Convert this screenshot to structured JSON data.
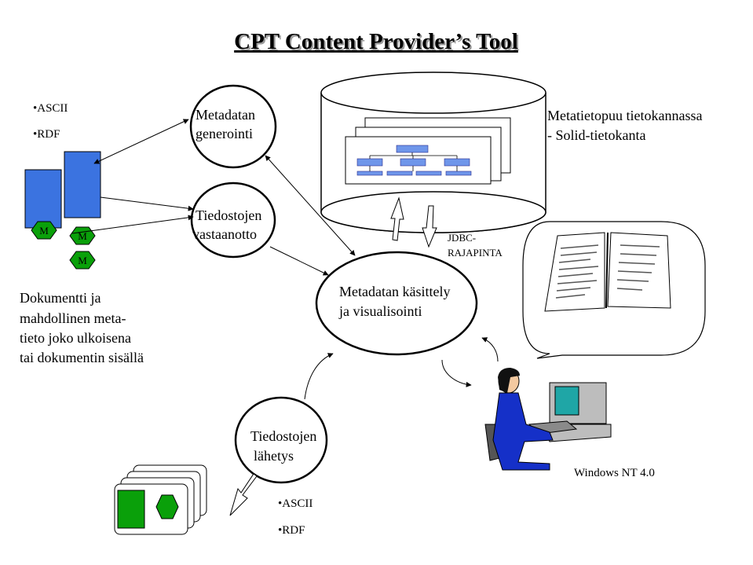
{
  "title": "CPT Content Provider’s Tool",
  "formats_top": [
    "•ASCII",
    "•RDF"
  ],
  "formats_bottom": [
    "•ASCII",
    "•RDF"
  ],
  "doc_badges": [
    "M",
    "M",
    "M"
  ],
  "nodes": {
    "metadata_generation": [
      "Metadatan",
      "generointi"
    ],
    "file_receipt": [
      "Tiedostojen",
      "vastaanotto"
    ],
    "metadata_processing": [
      "Metadatan käsittely",
      "ja visualisointi"
    ],
    "file_sending": [
      "Tiedostojen",
      "lähetys"
    ]
  },
  "database_label": [
    "Metatietopuu tietokannassa",
    "- Solid-tietokanta"
  ],
  "interface_label": [
    "JDBC-",
    "RAJAPINTA"
  ],
  "document_note": [
    "Dokumentti ja",
    "mahdollinen meta-",
    "tieto joko ulkoisena",
    "tai dokumentin sisällä"
  ],
  "os_label": "Windows NT 4.0",
  "colors": {
    "document_blue": "#3b73e0",
    "badge_green": "#0aa00a",
    "tree_node_blue": "#6f96ea",
    "monitor_teal": "#1fa6a6",
    "person_blue": "#1530c8"
  },
  "icons": [
    "document-icon",
    "metadata-badge-icon",
    "database-cylinder-icon",
    "tree-page-icon",
    "open-book-icon",
    "speech-bubble-icon",
    "person-at-computer-icon",
    "upload-arrow-icon",
    "download-arrow-icon",
    "send-arrow-icon"
  ]
}
